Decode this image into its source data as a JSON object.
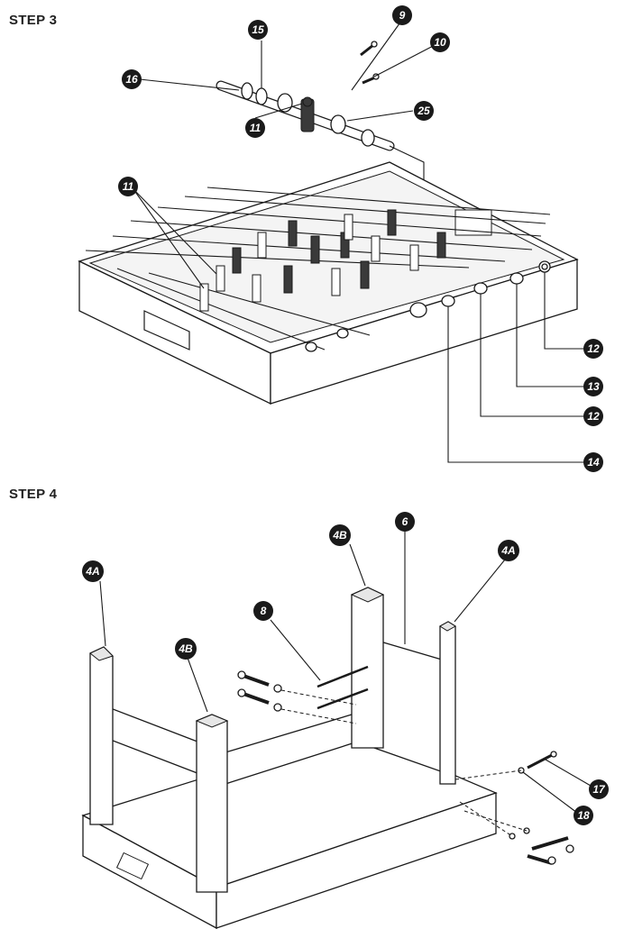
{
  "steps": [
    {
      "title": "STEP 3"
    },
    {
      "title": "STEP 4"
    }
  ],
  "step3": {
    "callouts": [
      "9",
      "15",
      "10",
      "16",
      "25",
      "11",
      "11",
      "12",
      "13",
      "12",
      "14"
    ]
  },
  "step4": {
    "callouts": [
      "6",
      "4B",
      "4A",
      "4A",
      "8",
      "4B",
      "17",
      "18"
    ]
  }
}
